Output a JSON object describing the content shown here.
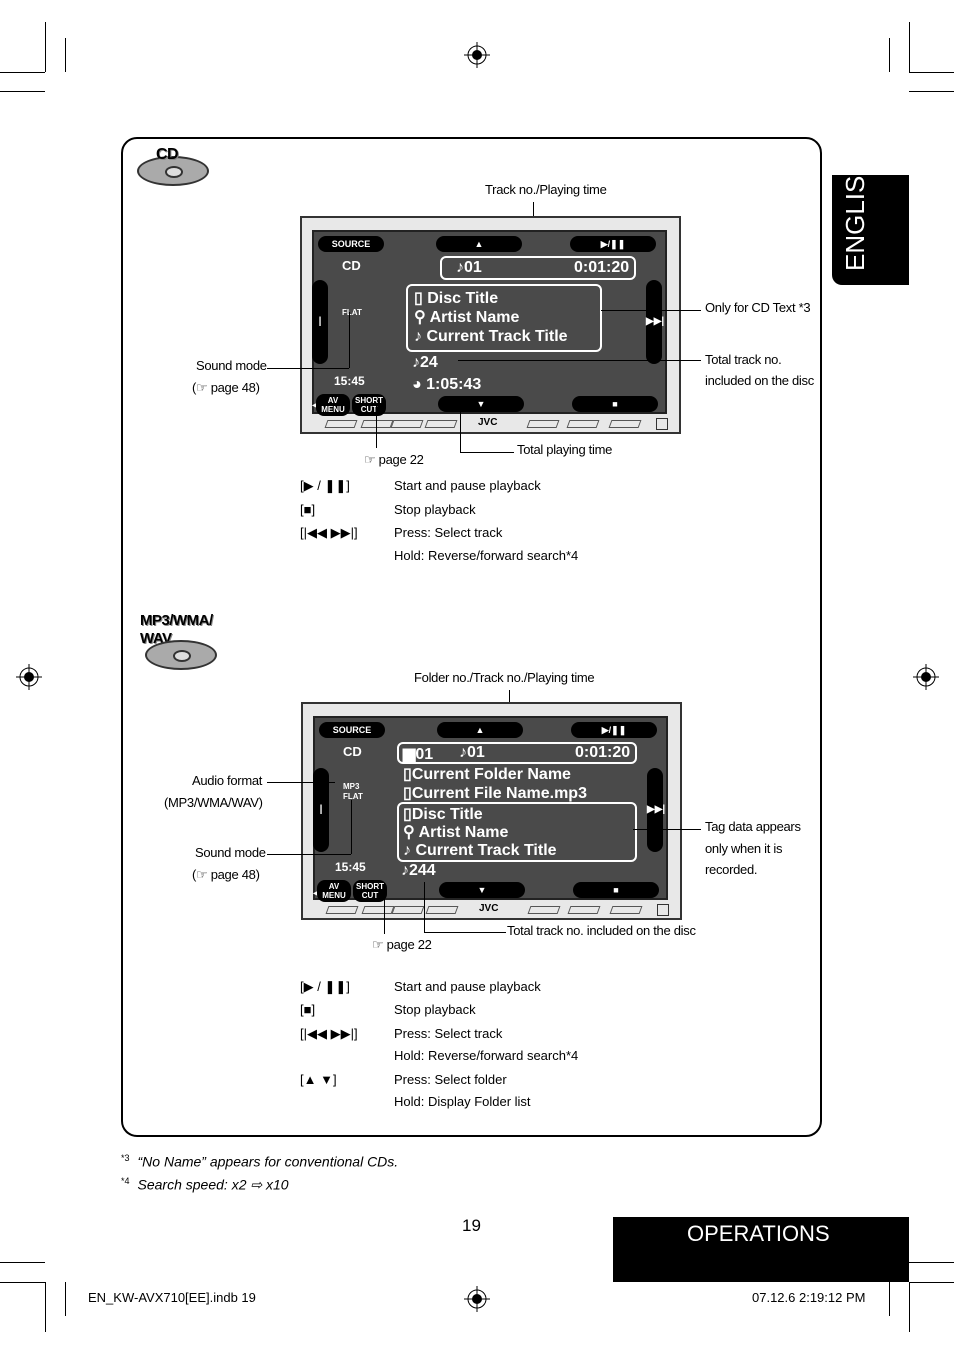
{
  "side_tab": "ENGLISH",
  "section_tab": "OPERATIONS",
  "page_number": "19",
  "footer": {
    "file": "EN_KW-AVX710[EE].indb   19",
    "stamp": "07.12.6   2:19:12 PM"
  },
  "footnotes": [
    {
      "mark": "*3",
      "text": "“No Name” appears for conventional CDs."
    },
    {
      "mark": "*4",
      "text": "Search speed: x2 ⇨ x10"
    }
  ],
  "cd": {
    "disc_label": "CD",
    "screen": {
      "source": "SOURCE",
      "up": "▲",
      "play": "▶/❚❚",
      "mode": "CD",
      "track": "♪01",
      "time": "0:01:20",
      "disc_title": "Disc Title",
      "artist": "Artist Name",
      "track_title": "Current Track Title",
      "flat": "FLAT",
      "clock": "15:45",
      "total_tracks": "♪24",
      "total_time": "1:05:43",
      "av_menu": "AV MENU",
      "short_cut": "SHORT CUT",
      "down": "▼",
      "stop": "■",
      "brand": "JVC"
    },
    "callouts": {
      "track_playing": "Track no./Playing time",
      "cd_text": "Only for CD Text *3",
      "sound_mode": "Sound mode",
      "sound_ref": "(☞ page 48)",
      "total_track": "Total track no.",
      "total_track2": "included on the disc",
      "total_playing": "Total playing time",
      "page22": "☞ page 22"
    },
    "keys": [
      {
        "key": "[▶ / ❚❚]",
        "desc": "Start and pause playback"
      },
      {
        "key": "[■]",
        "desc": "Stop playback"
      },
      {
        "key": "[|◀◀ ▶▶|]",
        "desc": "Press: Select track"
      },
      {
        "key": "",
        "desc": "Hold: Reverse/forward search*4"
      }
    ]
  },
  "mp3": {
    "disc_label": "MP3/WMA/ WAV",
    "screen": {
      "source": "SOURCE",
      "up": "▲",
      "play": "▶/❚❚",
      "mode": "CD",
      "folder": "01",
      "track": "♪01",
      "time": "0:01:20",
      "folder_name": "Current Folder Name",
      "file_name": "Current File Name.mp3",
      "disc_title": "Disc Title",
      "artist": "Artist Name",
      "track_title": "Current Track Title",
      "format": "MP3",
      "flat": "FLAT",
      "clock": "15:45",
      "total_tracks": "♪244",
      "av_menu": "AV MENU",
      "short_cut": "SHORT CUT",
      "down": "▼",
      "stop": "■",
      "brand": "JVC"
    },
    "callouts": {
      "folder_track": "Folder no./Track no./Playing time",
      "audio_format": "Audio format",
      "audio_types": "(MP3/WMA/WAV)",
      "sound_mode": "Sound mode",
      "sound_ref": "(☞ page 48)",
      "tag1": "Tag data appears",
      "tag2": "only when it is",
      "tag3": "recorded.",
      "total_track": "Total track no. included on the disc",
      "page22": "☞ page 22"
    },
    "keys": [
      {
        "key": "[▶ / ❚❚]",
        "desc": "Start and pause playback"
      },
      {
        "key": "[■]",
        "desc": "Stop playback"
      },
      {
        "key": "[|◀◀ ▶▶|]",
        "desc": "Press: Select track"
      },
      {
        "key": "",
        "desc": "Hold: Reverse/forward search*4"
      },
      {
        "key": "[▲ ▼]",
        "desc": "Press: Select folder"
      },
      {
        "key": "",
        "desc": "Hold: Display Folder list"
      }
    ]
  }
}
